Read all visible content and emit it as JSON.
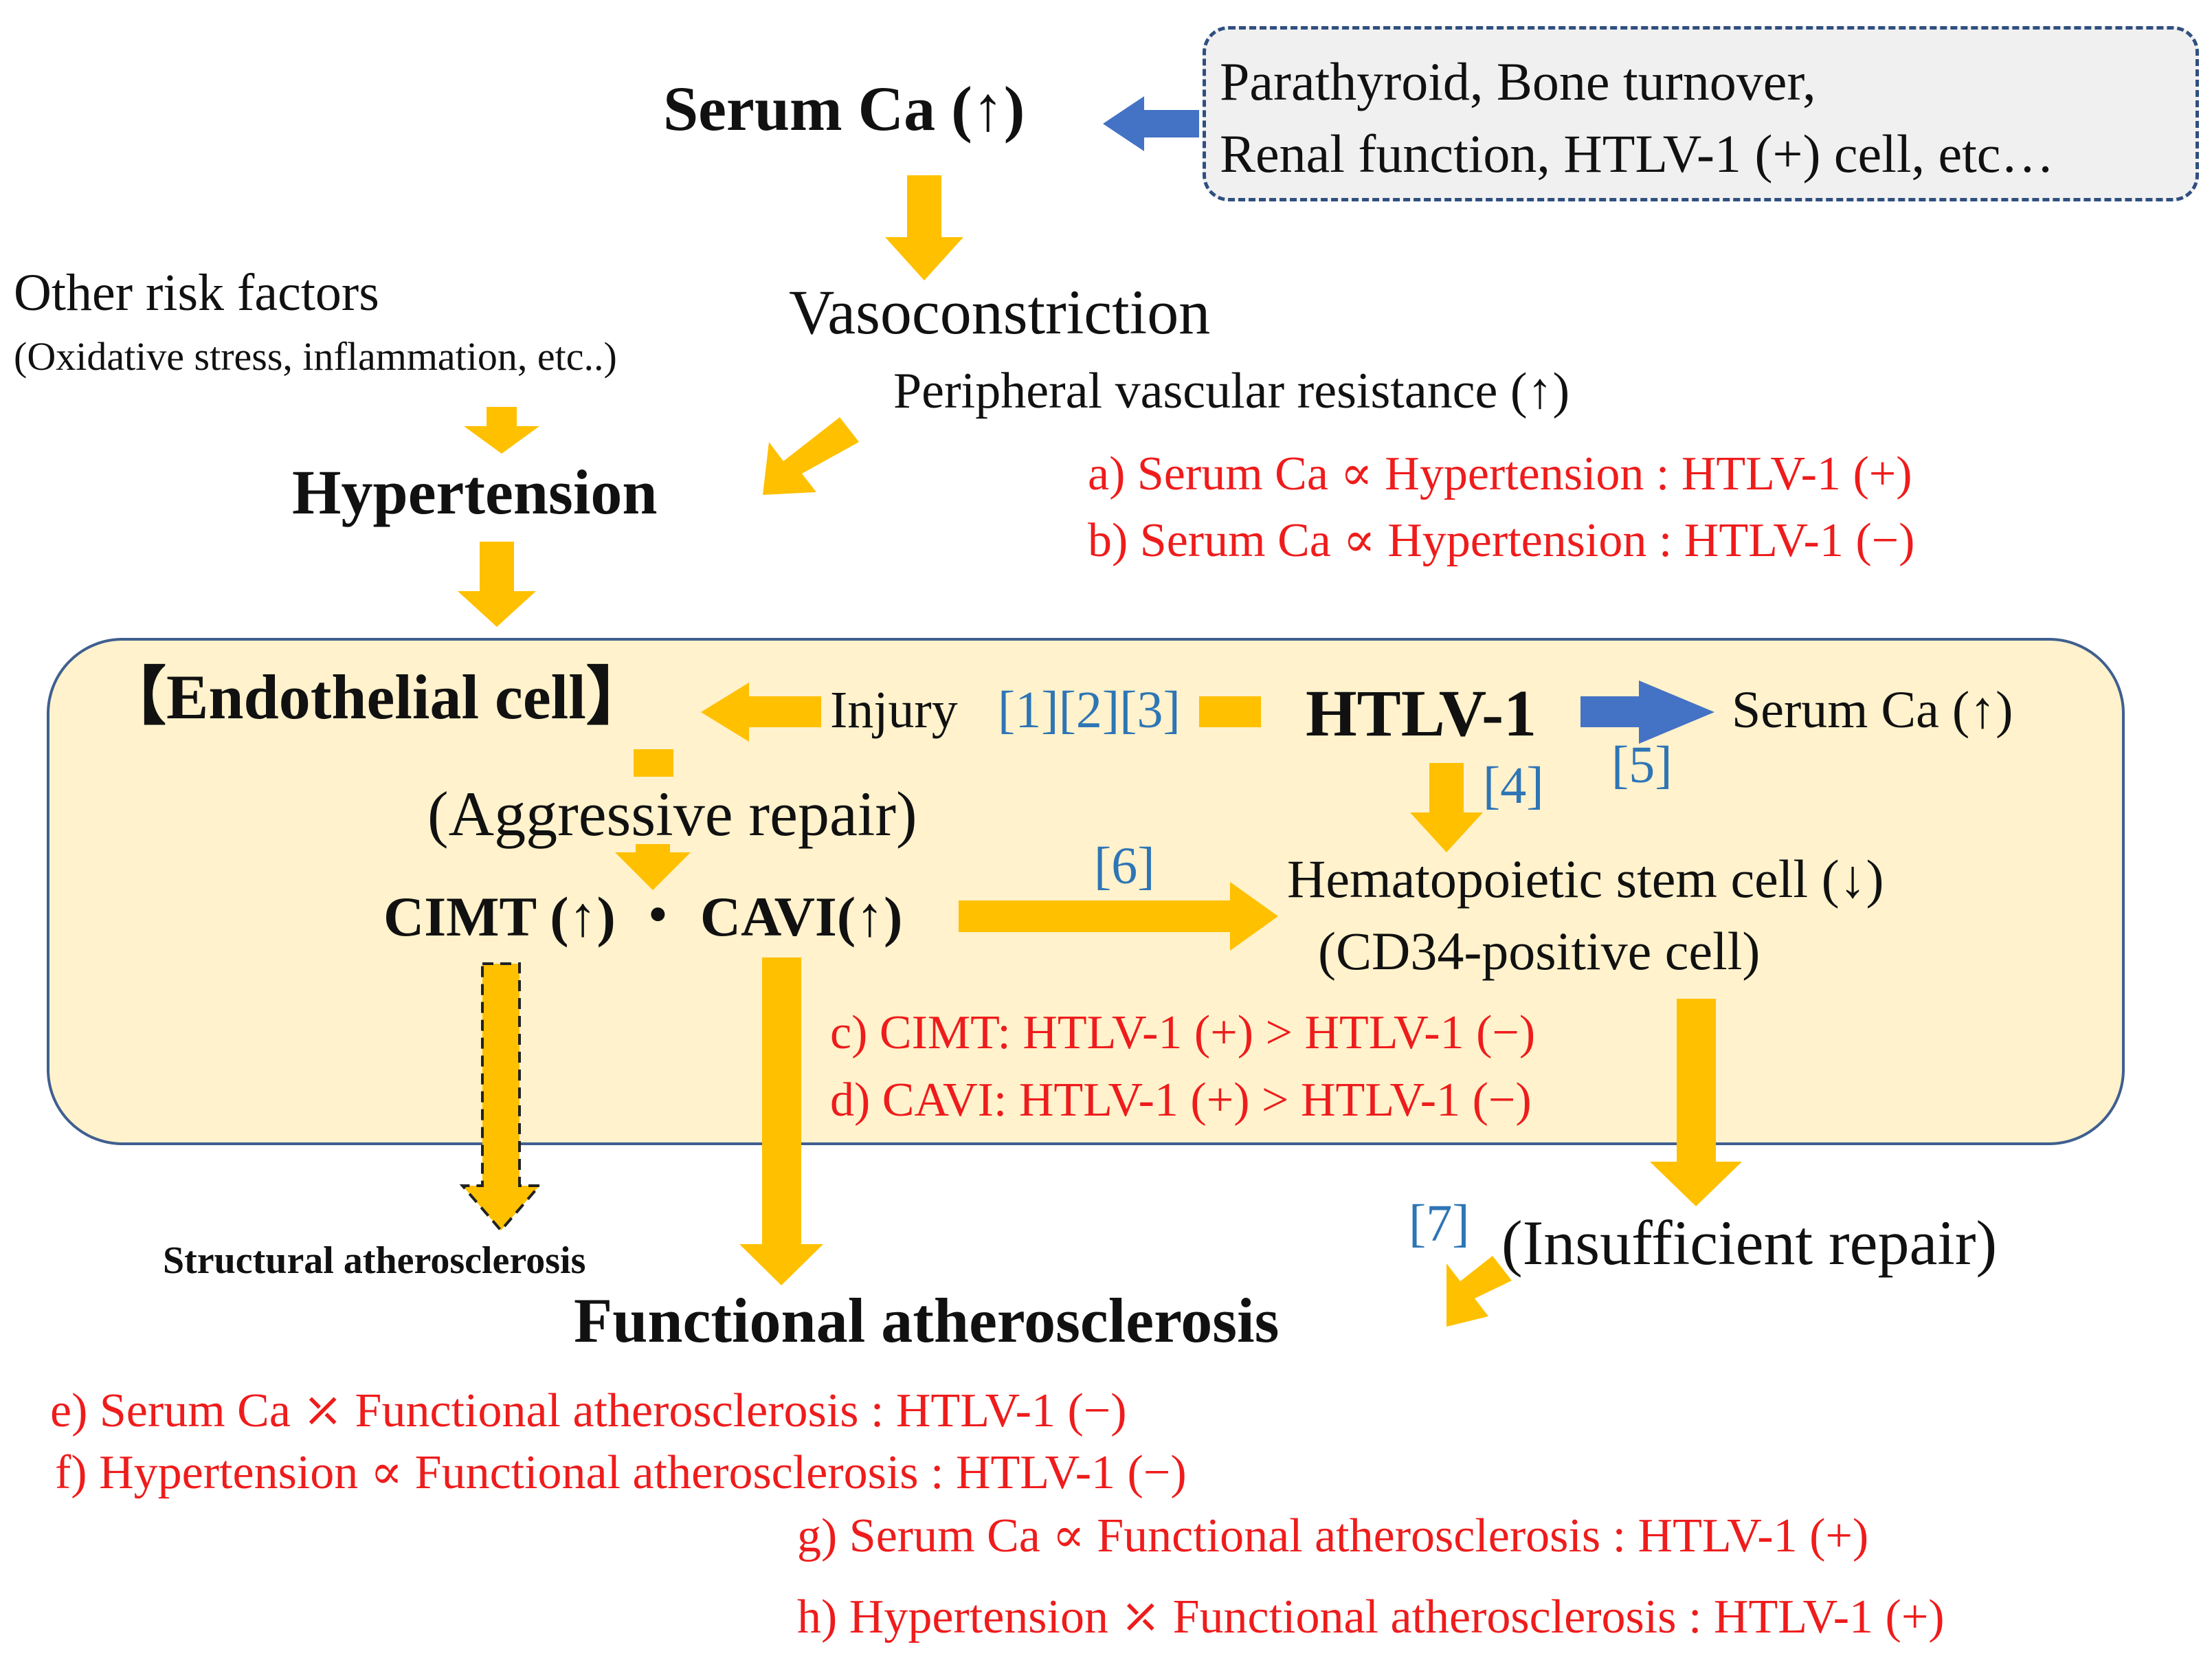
{
  "header": {
    "serum_ca_top": "Serum Ca (↑)",
    "factors_line1": "Parathyroid, Bone turnover,",
    "factors_line2": "Renal function, HTLV-1 (+) cell, etc…"
  },
  "left": {
    "other_risk": "Other risk factors",
    "other_risk_sub": "(Oxidative stress, inflammation, etc..)",
    "hypertension": "Hypertension"
  },
  "center": {
    "vasoconstriction": "Vasoconstriction",
    "pvr": "Peripheral vascular resistance (↑)"
  },
  "findings_ab": {
    "a": "a) Serum Ca ∝ Hypertension : HTLV-1 (+)",
    "b": "b) Serum Ca ∝ Hypertension : HTLV-1 (−)"
  },
  "endothelial_box": {
    "title": "【Endothelial cell】",
    "injury": "Injury",
    "ref_injury": "[1][2][3]",
    "htlv": "HTLV-1",
    "serum_ca": "Serum Ca (↑)",
    "ref4": "[4]",
    "ref5": "[5]",
    "aggressive_repair": "(Aggressive  repair)",
    "cimt_cavi": "CIMT (↑) ・ CAVI(↑)",
    "ref6": "[6]",
    "hsc_line1": "Hematopoietic stem cell (↓)",
    "hsc_line2": "(CD34-positive cell)",
    "c": "c) CIMT: HTLV-1 (+) > HTLV-1 (−)",
    "d": "d) CAVI: HTLV-1 (+) > HTLV-1 (−)"
  },
  "bottom": {
    "structural": "Structural  atherosclerosis",
    "ref7": "[7]",
    "insufficient_repair": "(Insufficient  repair)",
    "functional": "Functional atherosclerosis"
  },
  "findings_eh": {
    "e": "e) Serum Ca ⤫ Functional atherosclerosis : HTLV-1 (−)",
    "f": "f) Hypertension ∝ Functional atherosclerosis : HTLV-1 (−)",
    "g": "g) Serum Ca ∝ Functional atherosclerosis : HTLV-1 (+)",
    "h": "h) Hypertension ⤫ Functional atherosclerosis : HTLV-1 (+)"
  },
  "colors": {
    "arrow_yellow": "#ffc000",
    "arrow_blue": "#4472c4",
    "finding_red": "#ee1c1c",
    "ref_blue": "#2e75b6",
    "box_fill": "#fff2cc",
    "note_fill": "#f0f0f0"
  }
}
